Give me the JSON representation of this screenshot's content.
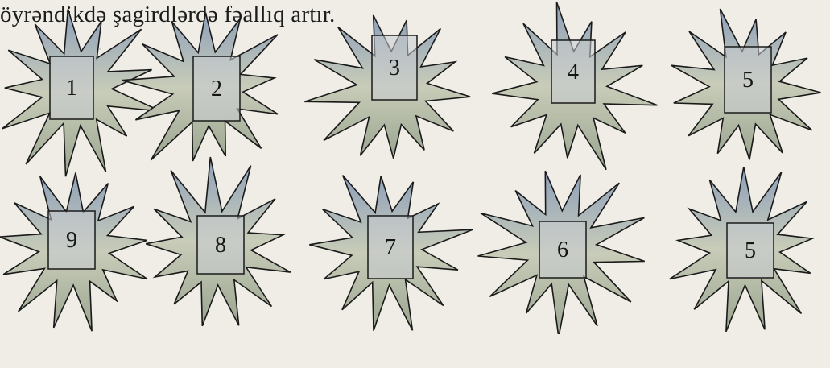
{
  "heading": "öyrəndikdə şagirdlərdə fəallıq artır.",
  "row1": [
    "1",
    "2",
    "3",
    "4",
    "5"
  ],
  "row2": [
    "9",
    "8",
    "7",
    "6",
    "5"
  ],
  "colors": {
    "star_fill_top": "#8ea0bb",
    "star_fill_mid": "#c8ccb8",
    "star_fill_bottom": "#9aa590",
    "box_fill": "#c9ccd2",
    "stroke": "#1a1a1a",
    "page_bg": "#efede6"
  }
}
